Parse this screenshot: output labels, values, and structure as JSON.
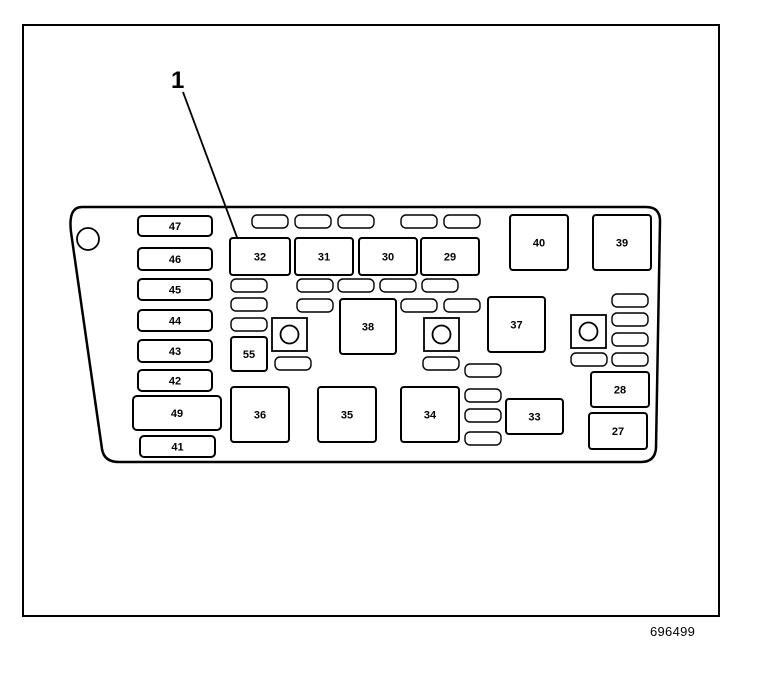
{
  "callout": {
    "label": "1"
  },
  "figure_id": "696499",
  "boxes": [
    {
      "id": "left-47",
      "label": "47"
    },
    {
      "id": "left-46",
      "label": "46"
    },
    {
      "id": "left-45",
      "label": "45"
    },
    {
      "id": "left-44",
      "label": "44"
    },
    {
      "id": "left-43",
      "label": "43"
    },
    {
      "id": "left-42",
      "label": "42"
    },
    {
      "id": "left-49",
      "label": "49"
    },
    {
      "id": "left-41",
      "label": "41"
    },
    {
      "id": "relay-32",
      "label": "32"
    },
    {
      "id": "relay-31",
      "label": "31"
    },
    {
      "id": "relay-30",
      "label": "30"
    },
    {
      "id": "relay-29",
      "label": "29"
    },
    {
      "id": "relay-40",
      "label": "40"
    },
    {
      "id": "relay-39",
      "label": "39"
    },
    {
      "id": "relay-38",
      "label": "38"
    },
    {
      "id": "relay-37",
      "label": "37"
    },
    {
      "id": "fuse-55",
      "label": "55"
    },
    {
      "id": "relay-36",
      "label": "36"
    },
    {
      "id": "relay-35",
      "label": "35"
    },
    {
      "id": "relay-34",
      "label": "34"
    },
    {
      "id": "relay-33",
      "label": "33"
    },
    {
      "id": "relay-28",
      "label": "28"
    },
    {
      "id": "relay-27",
      "label": "27"
    }
  ]
}
